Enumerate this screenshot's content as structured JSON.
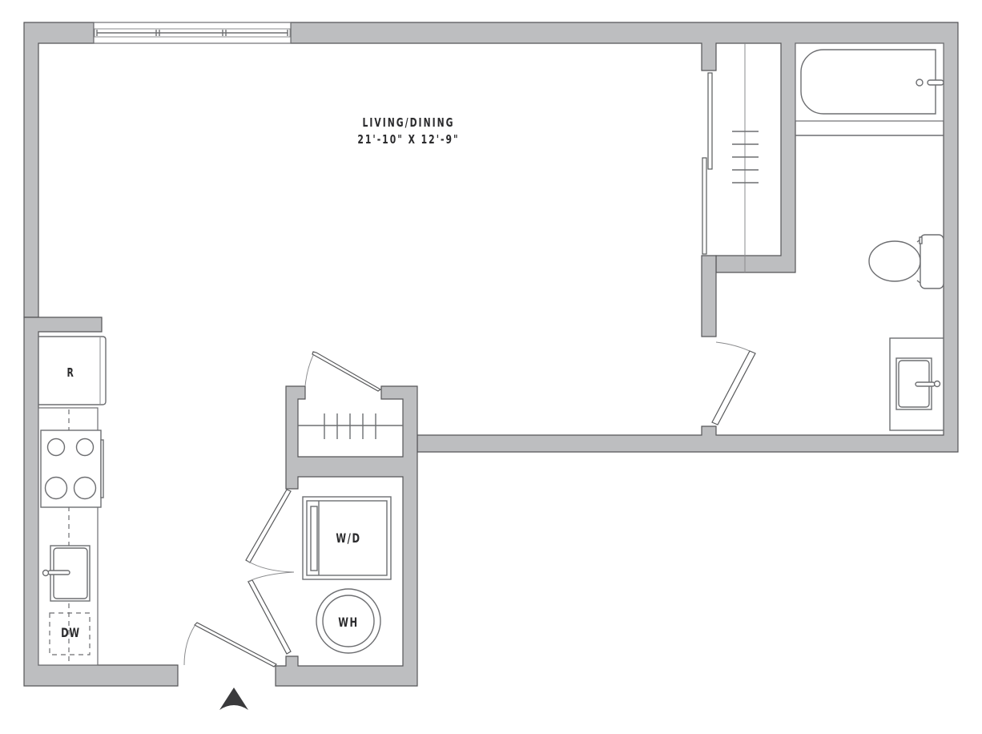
{
  "floorplan": {
    "rooms": {
      "living_dining": {
        "name": "LIVING/DINING",
        "dimensions": "21'-10\" X 12'-9\""
      }
    },
    "fixtures": {
      "refrigerator": "R",
      "washer_dryer": "W/D",
      "water_heater": "WH",
      "dishwasher": "DW"
    },
    "entry_marker": "entry-arrow",
    "colors": {
      "wall_fill": "#bdbec0",
      "wall_outline": "#555557",
      "fixture_line": "#6d6e71",
      "label_text": "#2b2b2d",
      "entry_arrow": "#3a3a3c",
      "background": "#ffffff"
    }
  }
}
